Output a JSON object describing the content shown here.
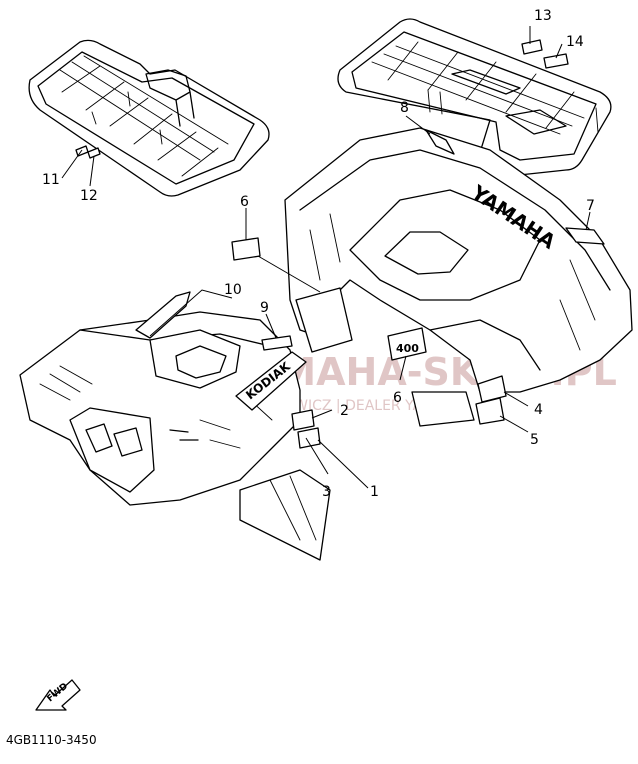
{
  "diagram": {
    "part_code": "4GB1110-3450",
    "fwd_label": "FWD",
    "hood_brand_text": "YAMAHA",
    "kodiak_decal_text": "KODIAK",
    "side_badge_text": "400",
    "callouts": [
      "1",
      "2",
      "3",
      "4",
      "5",
      "6",
      "6",
      "7",
      "8",
      "9",
      "10",
      "11",
      "12",
      "13",
      "14"
    ]
  },
  "watermark": {
    "title": "YAMAHA-SKLEP.PL",
    "subtitle": "WWW.ZECHOWICZ | DEALER YAMAHA"
  }
}
